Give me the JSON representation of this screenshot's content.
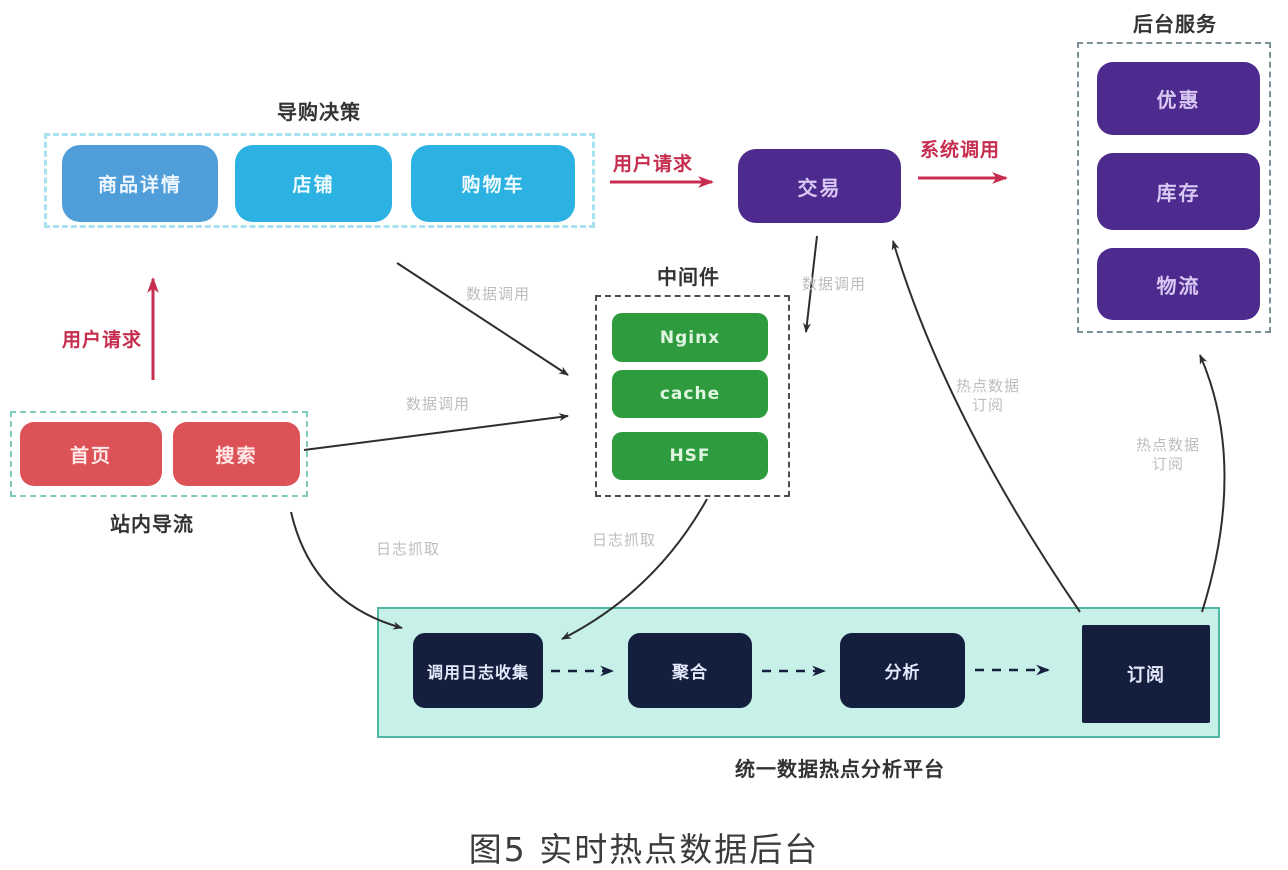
{
  "figure": {
    "caption": "图5 实时热点数据后台"
  },
  "groups": {
    "guide": {
      "title": "导购决策",
      "items": [
        "商品详情",
        "店铺",
        "购物车"
      ]
    },
    "backend": {
      "title": "后台服务",
      "items": [
        "优惠",
        "库存",
        "物流"
      ]
    },
    "middleware": {
      "title": "中间件",
      "items": [
        "Nginx",
        "cache",
        "HSF"
      ]
    },
    "site_traffic": {
      "title": "站内导流",
      "items": [
        "首页",
        "搜索"
      ]
    },
    "platform": {
      "title": "统一数据热点分析平台",
      "items": [
        "调用日志收集",
        "聚合",
        "分析",
        "订阅"
      ]
    }
  },
  "nodes": {
    "trade": "交易"
  },
  "edge_labels": {
    "user_request_left": "用户请求",
    "user_request_top": "用户请求",
    "system_call": "系统调用",
    "data_call_guide": "数据调用",
    "data_call_search": "数据调用",
    "data_call_trade": "数据调用",
    "log_capture_left": "日志抓取",
    "log_capture_mid": "日志抓取",
    "hot_data_sub_trade": "热点数据订阅",
    "hot_data_sub_backend": "热点数据订阅"
  },
  "colors": {
    "box_blue_light": "#4f9ed9",
    "box_cyan": "#2bb1e2",
    "box_purple": "#4c2a8e",
    "box_green": "#2e9b3f",
    "box_red": "#dd5257",
    "box_navy": "#141f3d",
    "platform_fill": "#c7f1e8",
    "platform_border": "#52b6a6",
    "dash_light_cyan": "#a8e4ef",
    "dash_teal": "#7fccbc",
    "accent_red": "#c62d4f",
    "connector_gray_label": "#bdbdbd",
    "connector_black": "#2e2e2e"
  }
}
